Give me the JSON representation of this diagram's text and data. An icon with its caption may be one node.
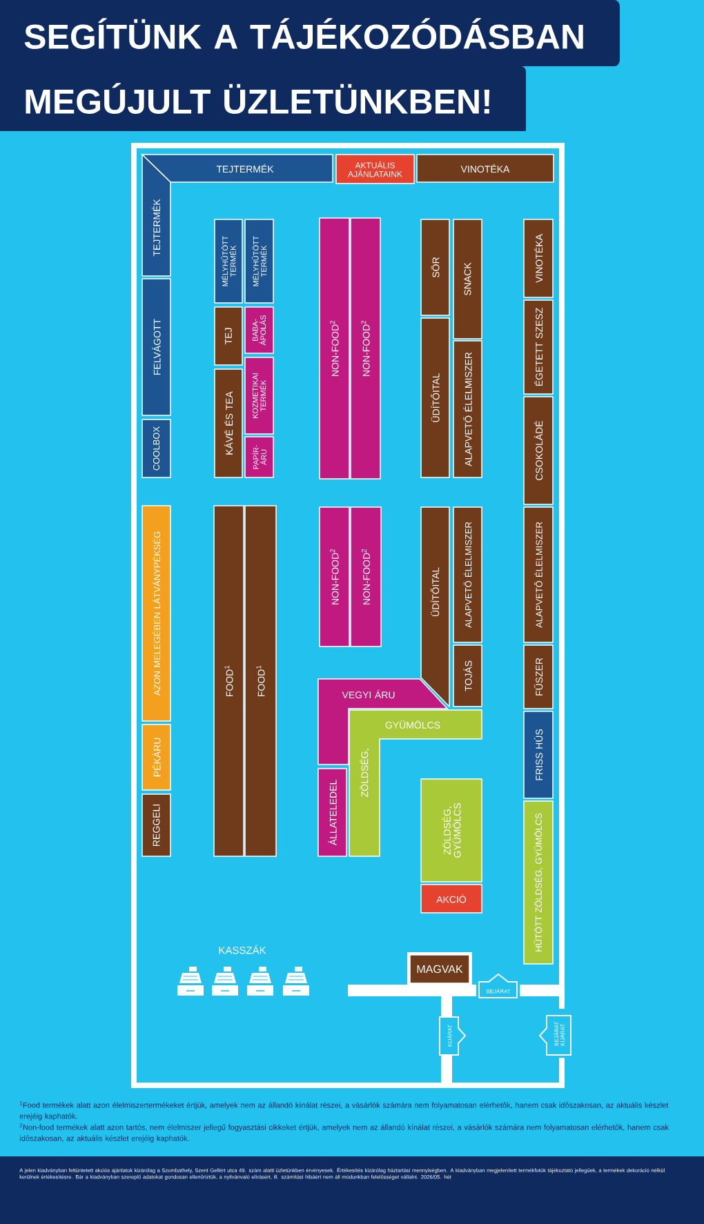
{
  "diagram": {
    "title": "SEGÍTÜNK A TÁJÉKOZÓDÁSBAN MEGÚJULT ÜZLETÜNKBEN!",
    "nodes": [
      {
        "text": [
          "TEJTERMÉK"
        ]
      },
      {
        "text": [
          "AKTUÁLIS AJÁNLATAINK"
        ]
      },
      {
        "text": [
          "VINOTÉKA"
        ]
      },
      {
        "text": [
          "TEJTERMÉK"
        ]
      },
      {
        "text": [
          "MÉLYHŰTÖTT TERMÉK"
        ]
      },
      {
        "text": [
          "MÉLYHŰTÖTT TERMÉK"
        ]
      },
      {
        "text": [
          "NON-FOOD$^{2}$"
        ]
      },
      {
        "text": [
          "NON-FOOD$^{2}$"
        ]
      },
      {
        "text": [
          "SÖR"
        ]
      },
      {
        "text": [
          "SNACK"
        ]
      },
      {
        "text": [
          "VINOTÉKA"
        ]
      },
      {
        "text": [
          "FELVÁGOTT"
        ]
      },
      {
        "text": [
          "TEJ"
        ]
      },
      {
        "text": [
          "BABA-ÁPOLÁS"
        ]
      },
      {
        "text": [
          "ÉGETETT SZESZ"
        ]
      },
      {
        "text": [
          "ÜDÍTŐITAL"
        ]
      },
      {
        "text": [
          "ALAPVETŐ ÉLELMISZER"
        ]
      },
      {
        "text": [
          "KOZMETIKAI TERMÉK"
        ]
      },
      {
        "text": [
          "KÁVÉ ÉS TEA"
        ]
      },
      {
        "text": [
          "PAPÍR-ÁRU"
        ]
      },
      {
        "text": [
          "COOLBOX"
        ]
      },
      {
        "text": [
          "CSOKOLÁDÉ"
        ]
      },
      {
        "text": [
          "AZON MELEGÉBEN LÁTVÁNYPÉKSÉG"
        ]
      },
      {
        "text": [
          "FOOD$^{1}$"
        ]
      },
      {
        "text": [
          "FOOD$^{1}$"
        ]
      },
      {
        "text": [
          "NON-FOOD$^{2}$"
        ]
      },
      {
        "text": [
          "NON-FOOD$^{2}$"
        ]
      },
      {
        "text": [
          "ÜDÍTŐITAL"
        ]
      },
      {
        "text": [
          "ALAPVETŐ ÉLELMISZER"
        ]
      },
      {
        "text": [
          "ALAPVETŐ ÉLELMISZER"
        ]
      },
      {
        "text": [
          "TOJÁS"
        ]
      },
      {
        "text": [
          "FŰSZER"
        ]
      },
      {
        "text": [
          "VEGYI ÁRU"
        ]
      },
      {
        "text": [
          "ZÖLDSÉG,",
          "GYÜMÖLCS"
        ]
      },
      {
        "text": [
          "PÉKÁRU"
        ]
      },
      {
        "text": [
          "FRISS HÚS"
        ]
      },
      {
        "text": [
          "ÁLLATELEDEL"
        ]
      },
      {
        "text": [
          "ZÖLDSÉG, GYÜMÖLCS"
        ]
      },
      {
        "text": [
          "REGGELI"
        ]
      },
      {
        "text": [
          "HŰTÖTT ZÖLDSÉG, GYÜMÖLCS"
        ]
      },
      {
        "text": [
          "AKCIÓ"
        ]
      },
      {
        "text": [
          "MAGVAK"
        ]
      },
      {
        "text": [
          "BEJÁRAT"
        ]
      },
      {
        "text": [
          "KIJÁRAT"
        ]
      },
      {
        "text": [
          "BEJÁRAT KIJÁRAT"
        ]
      }
    ],
    "labels": [
      "KASSZÁK",
      "$^{1}$Food termékek alatt azon élelmiszertermékeket értjük, amelyek nem az állandó kínálat részei, a vásárlók számára nem folyamatosan elérhetôk, hanem csak idôszakosan, az aktuális készlet erejéig kaphatók.",
      "$^{2}$Non-food termékek alatt azon tartós, nem élelmiszer jellegű fogyasztási cikkeket értjük, amelyek nem az állandó kínálat részei, a vásárlók számára nem folyamatosan elérhetôk, hanem csak idôszakosan, az aktuális készlet erejéig kaphatók.",
      "A jelen kiadványban feltüntetett akciós ajánlatok kizárólag a Szombathely, Szent Gellért utca 49. szám alatti üzletünkben érvényesek. Értékesítés kizárólag háztartási mennyiségben. A kiadványban megjelenített termékfotók tájékoztató jellegűek, a termékek dekoráció nélkül kerülnek értékesítésre. Bár a kiadványban szereplő adatokat gondosan ellenőriztük, a nyilvánvaló elírásért, ill. számítási hibáért nem áll módunkban felelősséget vállalni. 2026/05. hét"
    ]
  }
}
